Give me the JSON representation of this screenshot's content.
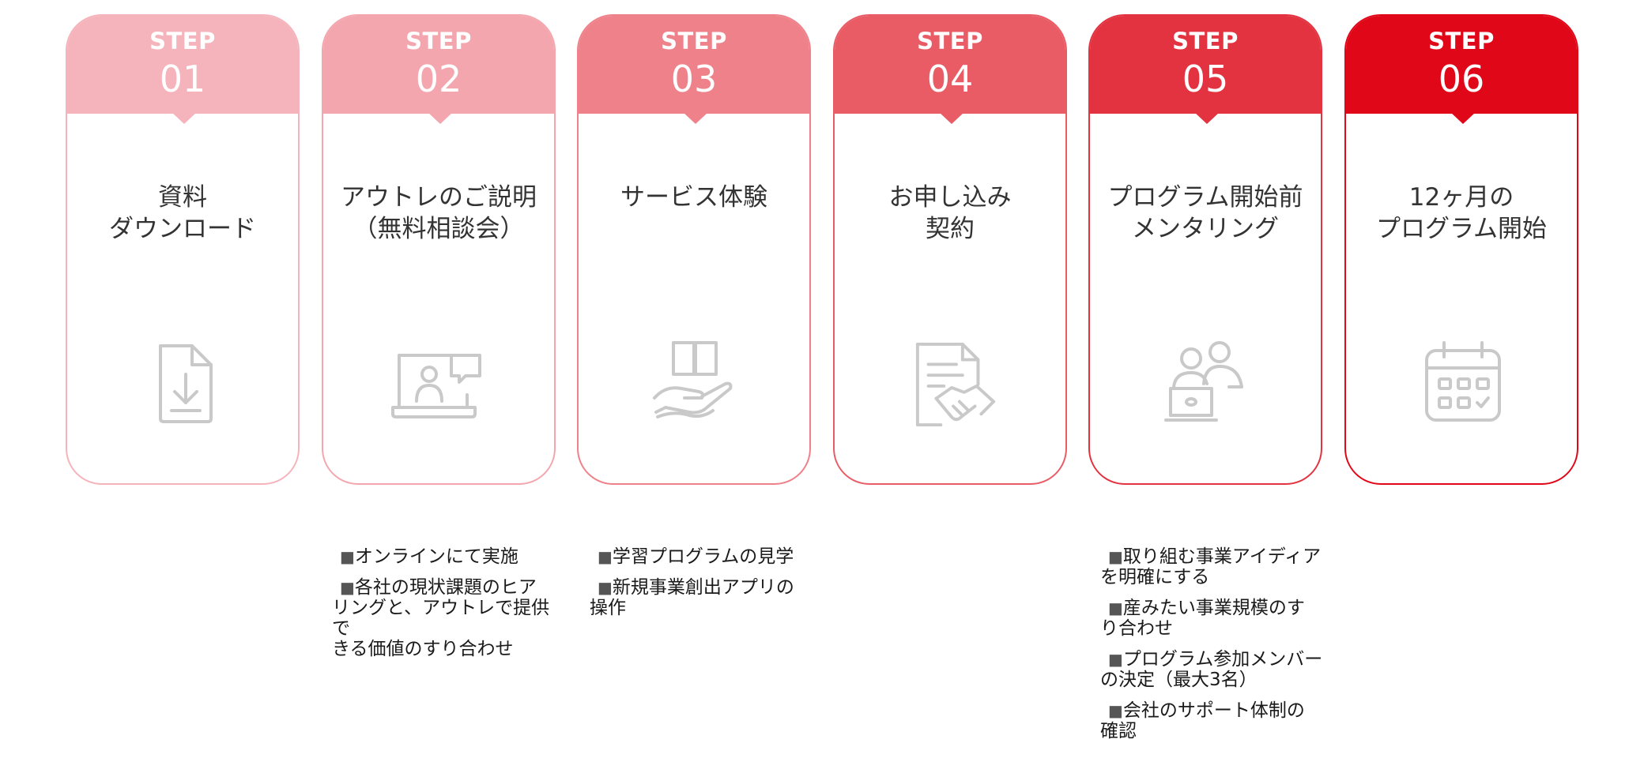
{
  "colors": {
    "step_01": "#f5b4bb",
    "step_02": "#f3a6ad",
    "step_03": "#ee818a",
    "step_04": "#e95c66",
    "step_05": "#e33240",
    "step_06": "#e00818",
    "icon_stroke": "#c9c9c9",
    "note_marker": "#555555"
  },
  "steps": [
    {
      "label": "STEP",
      "number": "01",
      "title": "資料\nダウンロード",
      "icon": "download-document-icon"
    },
    {
      "label": "STEP",
      "number": "02",
      "title": "アウトレのご説明\n（無料相談会）",
      "icon": "online-meeting-laptop-icon"
    },
    {
      "label": "STEP",
      "number": "03",
      "title": "サービス体験",
      "icon": "book-on-hand-icon"
    },
    {
      "label": "STEP",
      "number": "04",
      "title": "お申し込み\n契約",
      "icon": "contract-handshake-icon"
    },
    {
      "label": "STEP",
      "number": "05",
      "title": "プログラム開始前\nメンタリング",
      "icon": "people-with-laptop-icon"
    },
    {
      "label": "STEP",
      "number": "06",
      "title": "12ヶ月の\nプログラム開始",
      "icon": "calendar-icon"
    }
  ],
  "notes": {
    "step_02": [
      {
        "marker": "■",
        "text": "オンラインにて実施"
      },
      {
        "marker": "■",
        "text": "各社の現状課題のヒア\nリングと、アウトレで提供で\nきる価値のすり合わせ"
      }
    ],
    "step_03": [
      {
        "marker": "■",
        "text": "学習プログラムの見学"
      },
      {
        "marker": "■",
        "text": "新規事業創出アプリの\n操作"
      }
    ],
    "step_05": [
      {
        "marker": "■",
        "text": "取り組む事業アイディア\nを明確にする"
      },
      {
        "marker": "■",
        "text": "産みたい事業規模のす\nり合わせ"
      },
      {
        "marker": "■",
        "text": "プログラム参加メンバー\nの決定（最大3名）"
      },
      {
        "marker": "■",
        "text": "会社のサポート体制の\n確認"
      }
    ]
  }
}
